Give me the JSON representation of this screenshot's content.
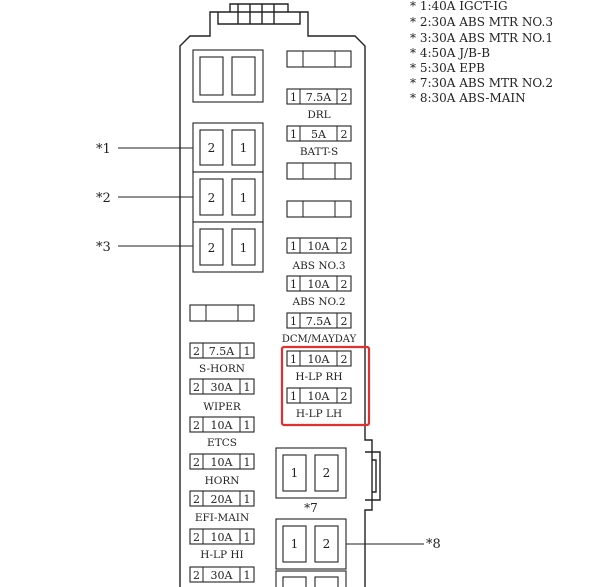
{
  "legend": [
    "* 1:40A IGCT-IG",
    "* 2:30A ABS MTR NO.3",
    "* 3:30A ABS MTR NO.1",
    "* 4:50A J/B-B",
    "* 5:30A EPB",
    "* 7:30A ABS MTR NO.2",
    "* 8:30A ABS-MAIN"
  ],
  "callouts": {
    "c1": "*1",
    "c2": "*2",
    "c3": "*3",
    "c7": "*7",
    "c8": "*8"
  },
  "big_fuse_pins": {
    "left": "2",
    "right": "1"
  },
  "relay_pins": {
    "left": "1",
    "right": "2"
  },
  "right_fuses": [
    {
      "pin_a": "1",
      "rating": "7.5A",
      "pin_b": "2",
      "name": "DRL"
    },
    {
      "pin_a": "1",
      "rating": "5A",
      "pin_b": "2",
      "name": "BATT-S"
    },
    {
      "pin_a": "1",
      "rating": "10A",
      "pin_b": "2",
      "name": "ABS NO.3"
    },
    {
      "pin_a": "1",
      "rating": "10A",
      "pin_b": "2",
      "name": "ABS NO.2"
    },
    {
      "pin_a": "1",
      "rating": "7.5A",
      "pin_b": "2",
      "name": "DCM/MAYDAY"
    },
    {
      "pin_a": "1",
      "rating": "10A",
      "pin_b": "2",
      "name": "H-LP RH"
    },
    {
      "pin_a": "1",
      "rating": "10A",
      "pin_b": "2",
      "name": "H-LP LH"
    }
  ],
  "left_fuses": [
    {
      "pin_a": "2",
      "rating": "7.5A",
      "pin_b": "1",
      "name": "S-HORN"
    },
    {
      "pin_a": "2",
      "rating": "30A",
      "pin_b": "1",
      "name": "WIPER"
    },
    {
      "pin_a": "2",
      "rating": "10A",
      "pin_b": "1",
      "name": "ETCS"
    },
    {
      "pin_a": "2",
      "rating": "10A",
      "pin_b": "1",
      "name": "HORN"
    },
    {
      "pin_a": "2",
      "rating": "20A",
      "pin_b": "1",
      "name": "EFI-MAIN"
    },
    {
      "pin_a": "2",
      "rating": "10A",
      "pin_b": "1",
      "name": "H-LP HI"
    },
    {
      "pin_a": "2",
      "rating": "30A",
      "pin_b": "1",
      "name": ""
    }
  ],
  "colors": {
    "line": "#222222",
    "highlight": "#e03030",
    "background": "#ffffff"
  }
}
